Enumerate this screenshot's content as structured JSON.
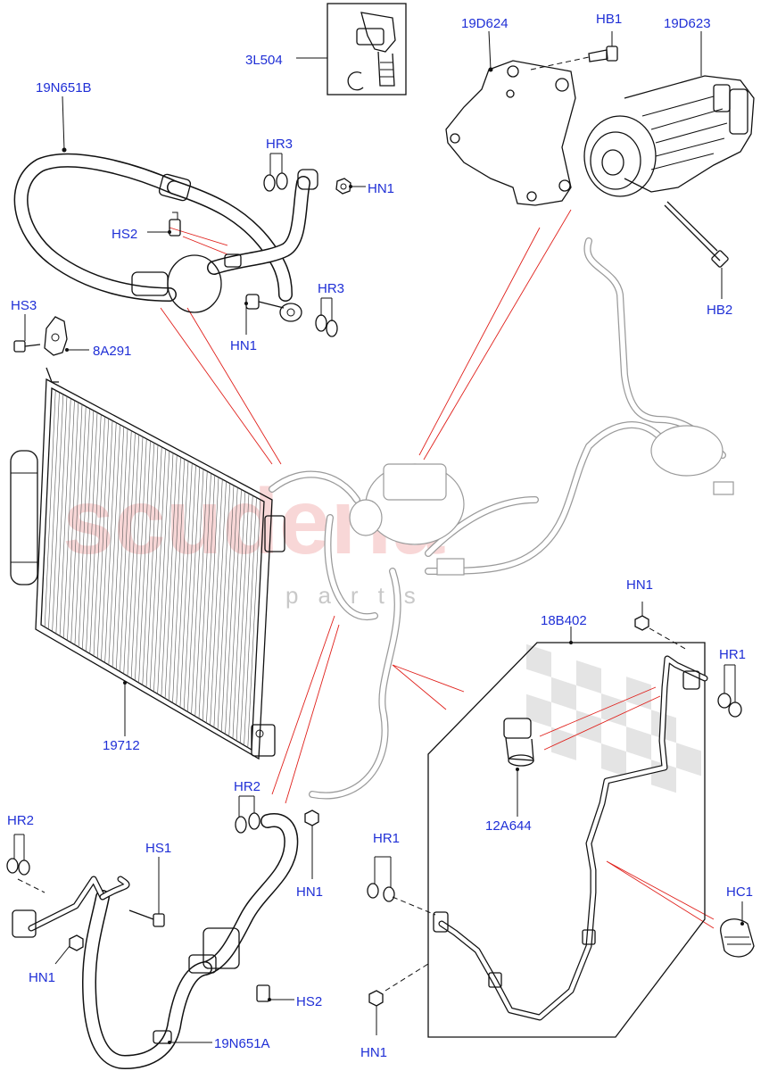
{
  "watermark": {
    "brand": "scuderia",
    "sub": "parts"
  },
  "labels": {
    "l_3L504": "3L504",
    "l_19D624": "19D624",
    "l_HB1": "HB1",
    "l_19D623": "19D623",
    "l_19N651B": "19N651B",
    "l_HR3_top": "HR3",
    "l_HN1_top": "HN1",
    "l_HS2_top": "HS2",
    "l_HR3_mid": "HR3",
    "l_HN1_mid": "HN1",
    "l_HB2": "HB2",
    "l_HS3": "HS3",
    "l_8A291": "8A291",
    "l_19712": "19712",
    "l_HN1_right": "HN1",
    "l_18B402": "18B402",
    "l_HR1_right": "HR1",
    "l_12A644": "12A644",
    "l_HR2_mid": "HR2",
    "l_HN1_hn": "HN1",
    "l_HR2_left": "HR2",
    "l_HS1": "HS1",
    "l_HN1_left": "HN1",
    "l_HS2_bot": "HS2",
    "l_19N651A": "19N651A",
    "l_HR1_bot": "HR1",
    "l_HC1": "HC1",
    "l_HN1_bot": "HN1"
  }
}
